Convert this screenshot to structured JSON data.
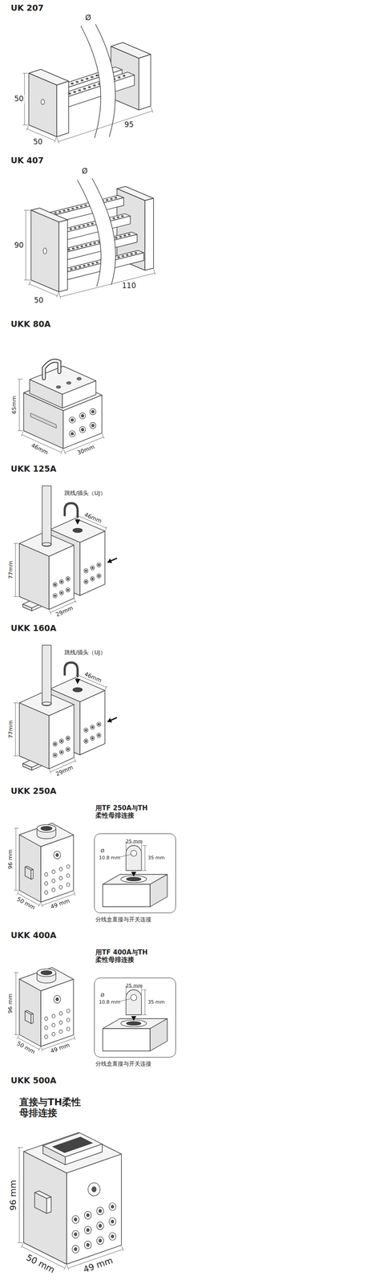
{
  "diagram": {
    "nodes": [
      {
        "text": [
          "25 mm",
          "35 mm",
          "Ø",
          "10.8 mm"
        ]
      },
      {
        "text": [
          "25 mm",
          "35 mm",
          "Ø",
          "10.8 mm"
        ]
      }
    ],
    "labels": [
      "UK 207",
      "50",
      "50",
      "95",
      "Ø",
      "UK 407",
      "90",
      "50",
      "110",
      "Ø",
      "UKK 80A",
      "65mm",
      "46mm",
      "30mm",
      "UKK 125A",
      "跳线/插头（UJ）",
      "46mm",
      "77mm",
      "29mm",
      "UKK 160A",
      "跳线/插头（UJ）",
      "46mm",
      "77mm",
      "29mm",
      "UKK 250A",
      "用TF 250A与TH 柔性母排连接",
      "分线盒直接与开关连接",
      "96 mm",
      "50 mm",
      "49 mm",
      "UKK 400A",
      "用TF 400A与TH 柔性母排连接",
      "分线盒直接与开关连接",
      "96 mm",
      "50 mm",
      "49 mm",
      "UKK 500A",
      "直接与TH柔性 母排连接",
      "96 mm",
      "50 mm",
      "49 mm"
    ]
  }
}
